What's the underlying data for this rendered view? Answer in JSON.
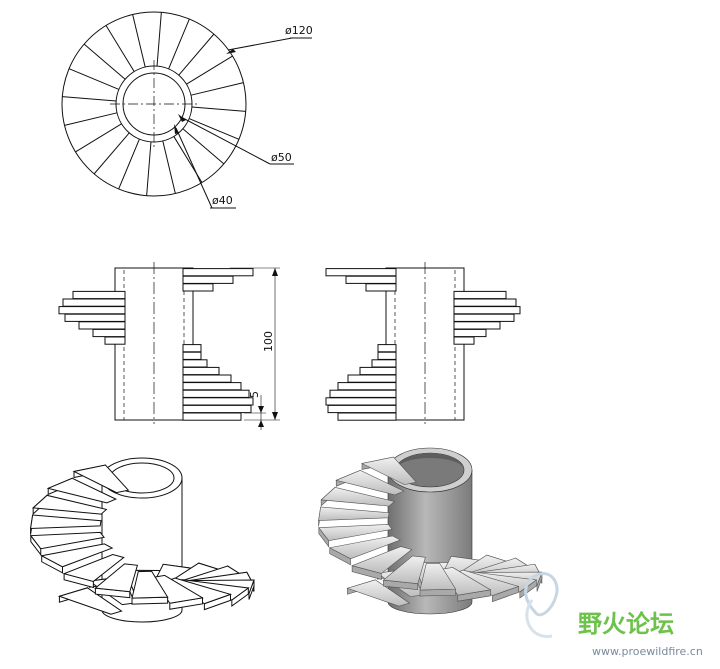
{
  "dimensions": {
    "outer_diameter": "ø120",
    "inner_diameter": "ø50",
    "bore_diameter": "ø40",
    "height": "100",
    "step_height": "5"
  },
  "watermark": {
    "name": "野火论坛",
    "url": "www.proewildfire.cn"
  },
  "colors": {
    "line": "#111111",
    "shade_light": "#e6e6e6",
    "shade_dark": "#8c8c8c",
    "watermark_green": "#6dc24b"
  }
}
